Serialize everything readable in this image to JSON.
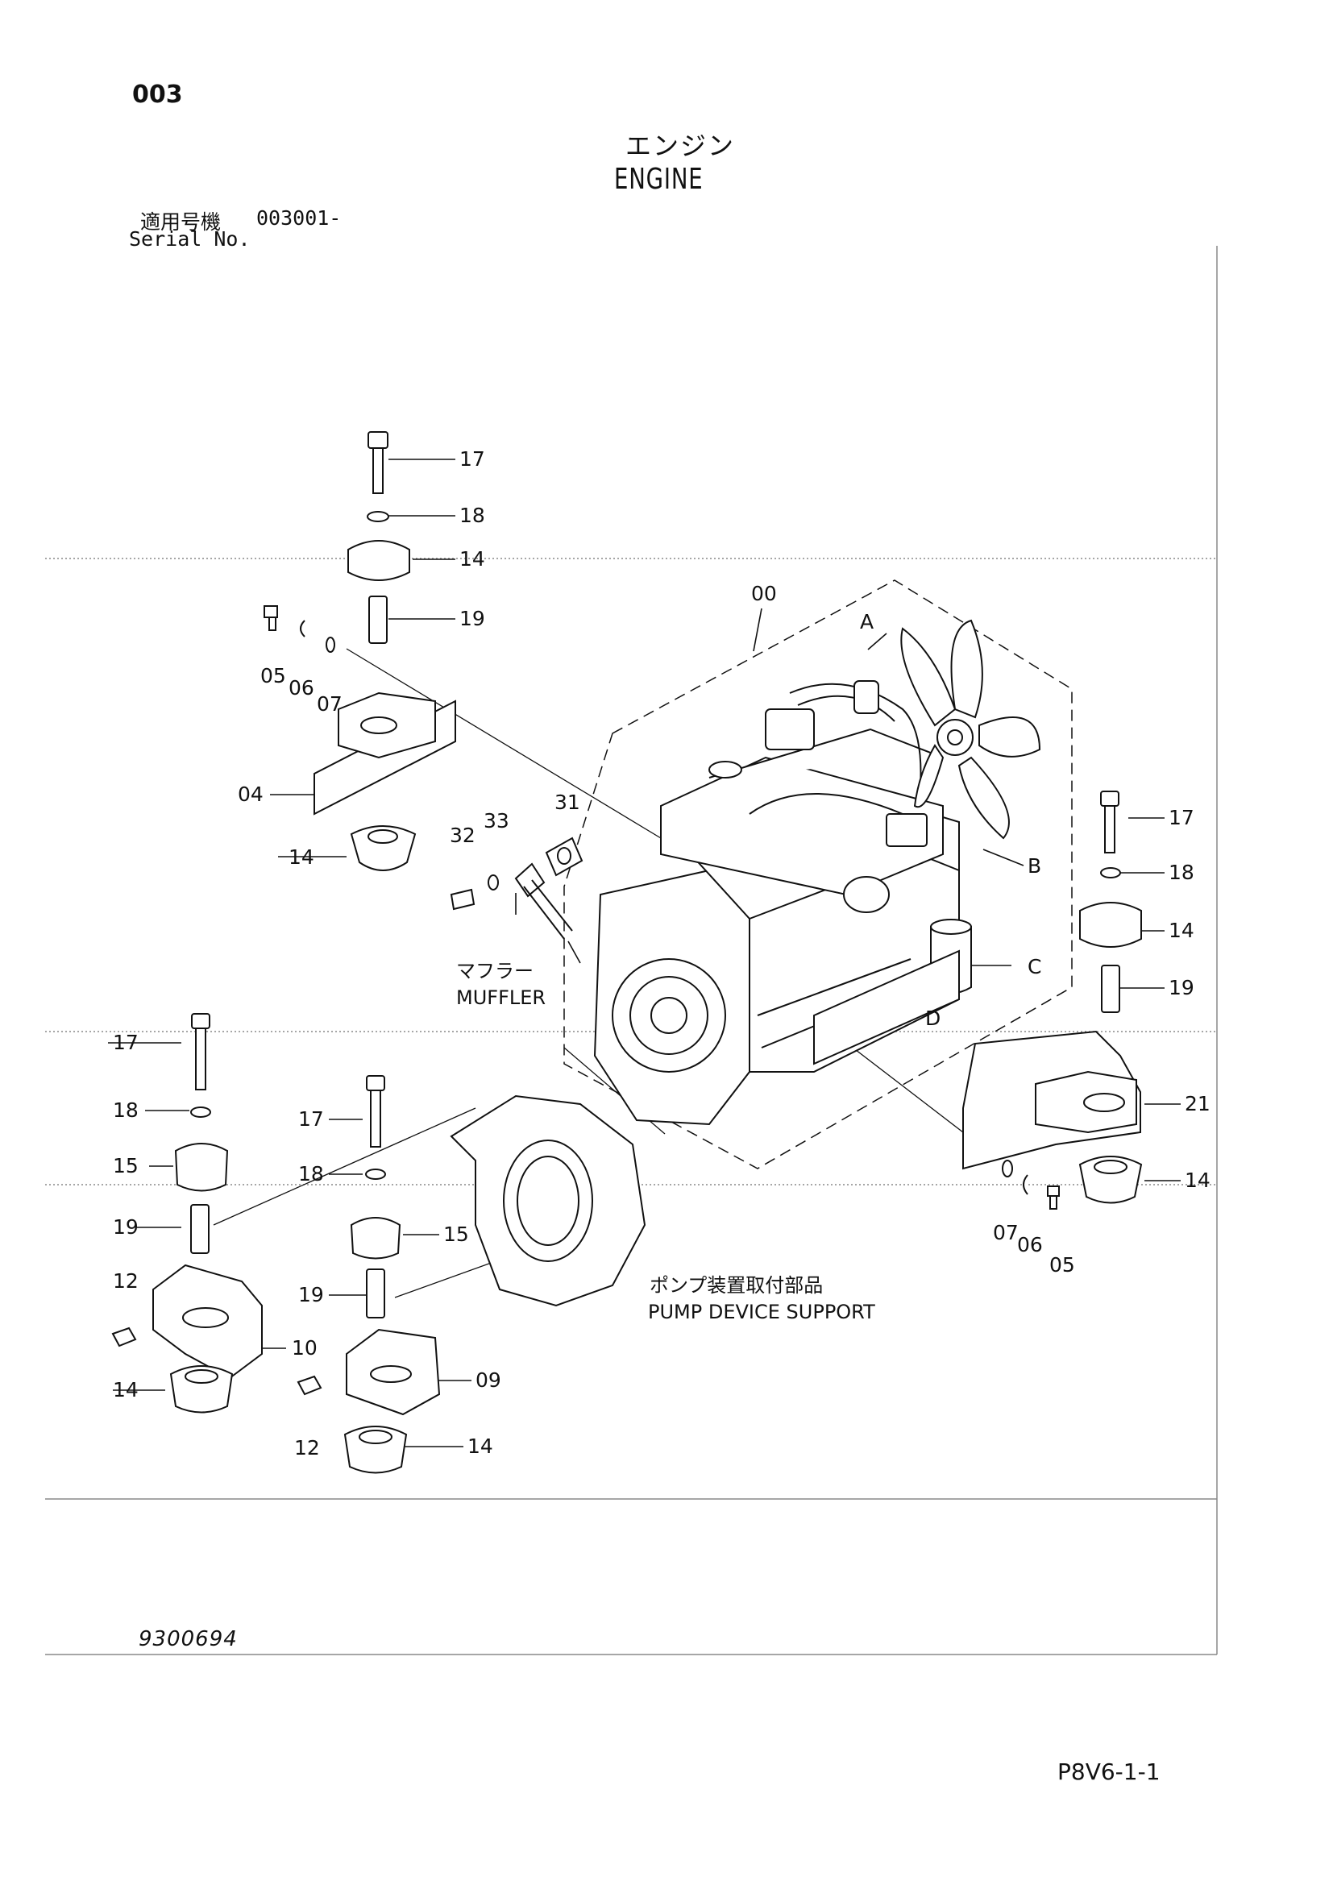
{
  "page_code": "003",
  "title_jp": "エンジン",
  "title_en": "ENGINE",
  "serial_label_jp": "適用号機",
  "serial_value": "003001-",
  "serial_label_en": "Serial No.",
  "drawing_number": "9300694",
  "page_reference": "P8V6-1-1",
  "annotations": {
    "muffler_jp": "マフラー",
    "muffler_en": "MUFFLER",
    "pump_support_jp": "ポンプ装置取付部品",
    "pump_support_en": "PUMP DEVICE SUPPORT"
  },
  "callouts": {
    "c17a": "17",
    "c18a": "18",
    "c14a": "14",
    "c19a": "19",
    "c05a": "05",
    "c06a": "06",
    "c07a": "07",
    "c04": "04",
    "c14b": "14",
    "c32": "32",
    "c33": "33",
    "c31": "31",
    "c00": "00",
    "cA": "A",
    "cB": "B",
    "cC": "C",
    "cD": "D",
    "c17b": "17",
    "c18b": "18",
    "c14c": "14",
    "c19b": "19",
    "c21": "21",
    "c14d": "14",
    "c07b": "07",
    "c06b": "06",
    "c05b": "05",
    "c17c": "17",
    "c18c": "18",
    "c15a": "15",
    "c19c": "19",
    "c12a": "12",
    "c10": "10",
    "c14e": "14",
    "c17d": "17",
    "c18d": "18",
    "c15b": "15",
    "c19d": "19",
    "c09": "09",
    "c12b": "12",
    "c14f": "14"
  }
}
